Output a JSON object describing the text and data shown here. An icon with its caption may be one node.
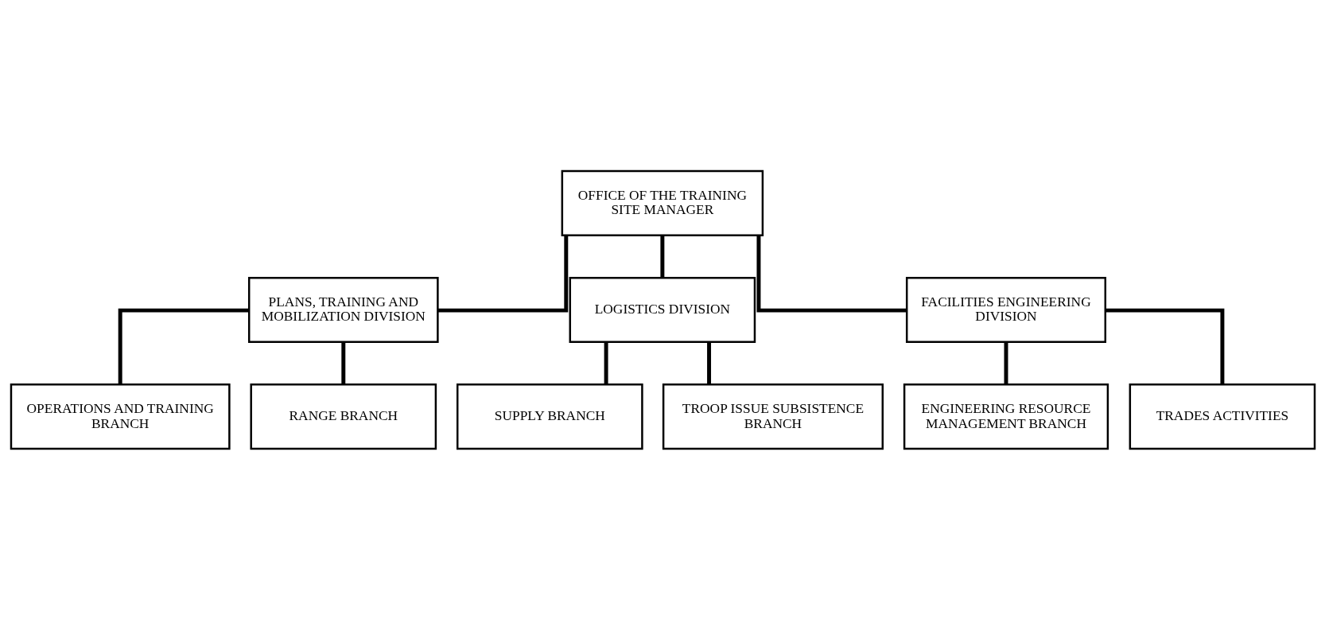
{
  "diagram": {
    "nodes": [
      {
        "text": [
          "OFFICE OF THE TRAINING SITE MANAGER"
        ]
      },
      {
        "text": [
          "PLANS, TRAINING AND MOBILIZATION DIVISION"
        ]
      },
      {
        "text": [
          "OPERATIONS AND TRAINING BRANCH"
        ]
      },
      {
        "text": [
          "RANGE BRANCH"
        ]
      },
      {
        "text": [
          "LOGISTICS DIVISION"
        ]
      },
      {
        "text": [
          "SUPPLY BRANCH"
        ]
      },
      {
        "text": [
          "TROOP ISSUE SUBSISTENCE BRANCH"
        ]
      },
      {
        "text": [
          "FACILITIES ENGINEERING DIVISION"
        ]
      },
      {
        "text": [
          "ENGINEERING RESOURCE MANAGEMENT BRANCH"
        ]
      },
      {
        "text": [
          "TRADES ACTIVITIES"
        ]
      }
    ],
    "edges": [
      {
        "from": 0,
        "to": 1,
        "arrow": "none"
      },
      {
        "from": 0,
        "to": 4,
        "arrow": "none"
      },
      {
        "from": 0,
        "to": 7,
        "arrow": "none"
      },
      {
        "from": 1,
        "to": 2,
        "arrow": "none"
      },
      {
        "from": 1,
        "to": 3,
        "arrow": "none"
      },
      {
        "from": 4,
        "to": 5,
        "arrow": "none"
      },
      {
        "from": 4,
        "to": 6,
        "arrow": "none"
      },
      {
        "from": 7,
        "to": 8,
        "arrow": "none"
      },
      {
        "from": 7,
        "to": 9,
        "arrow": "none"
      }
    ]
  }
}
